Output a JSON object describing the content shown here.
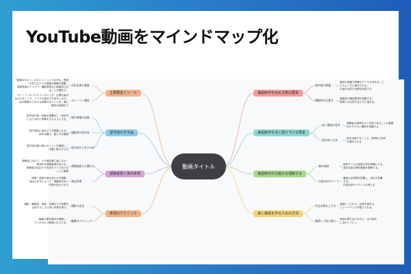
{
  "title": "YouTube動画をマインドマップ化",
  "center_label": "動画タイトル",
  "colors": {
    "bg_left": "#2f9fd0",
    "bg_right": "#1f5db8",
    "left_orange": "#f0b48a",
    "left_blue": "#8ccbe8",
    "left_purple": "#d6a4d9",
    "right_red": "#f29b9b",
    "right_teal": "#8fd6cf",
    "right_green": "#a8d98a",
    "right_yellow": "#f3d57a"
  },
  "left_branches": [
    {
      "label": "主要要素とソース",
      "color": "#f0b48a",
      "subs": [
        {
          "label": "分析全体の重要",
          "leaves": [
            "「普通の中キリ」のポイント」につながる、物語",
            "を成り立たせる基盤の理解が重要。",
            "映像音楽のアイデア、撮影照明など複数的にあ",
            "ることが要件だ。"
          ]
        },
        {
          "label": "ストーリー構成",
          "leaves": [
            "ストーリーのコンセプトをエッチ、山場を組み",
            "合わせることで、ドラマの面白さを活かします。",
            "話の展開から伝わる感情のポイントを、様に",
            "最初の結論まで"
          ]
        }
      ]
    },
    {
      "label": "型作成の方法論",
      "color": "#8ccbe8",
      "subs": [
        {
          "label": "制作準備の段階",
          "leaves": [
            "型作成の第一段階を明確化し、時系列",
            "に当てはめた準備をするようにする。"
          ]
        },
        {
          "label": "撮影時の型作成",
          "leaves": [
            "型作成時に組み立てが重要になる。",
            "制作段階で、使い方を確認"
          ]
        },
        {
          "label": "型作成から学ぶもの",
          "leaves": [
            "型作成の最小限のポイントを確認し、",
            "作業に集中させる"
          ]
        }
      ]
    },
    {
      "label": "視聴者層と演出表現",
      "color": "#d6a4d9",
      "subs": [
        {
          "label": "視聴者層との関わり",
          "leaves": [
            "視聴者に向けて、どの様な層に届くのか。",
            "具体的な視聴者像を考える。",
            "視聴者の反応から作品をつくりあげる",
            "ことも重要"
          ]
        },
        {
          "label": "演出表現",
          "leaves": [
            "映像と音楽の組み合わせが重要。",
            "演出の手法によって、視聴者が持つ",
            "印象が変わります"
          ]
        }
      ]
    },
    {
      "label": "表現のテクニック",
      "color": "#f0b48a",
      "subs": [
        {
          "label": "撮影の技法",
          "leaves": [
            "撮影、編集時、音楽、字幕などの効果を",
            "活用するとより深い印象を残す。"
          ]
        },
        {
          "label": "編集のテクニック",
          "leaves": [
            "編集の基本操作を理解し、",
            "テンポのよい動画に仕上げる。"
          ]
        }
      ]
    }
  ],
  "right_branches": [
    {
      "label": "番組制作を始める際の要素",
      "color": "#f29b9b",
      "subs": [
        {
          "label": "制作前の準備",
          "leaves": [
            "最初の段階で明確なテーマを決めること",
            "でスムーズに進められる。",
            "企画の目的や目標を設定する"
          ]
        },
        {
          "label": "撮影時の注意点",
          "leaves": [
            "撮影前の確認事項を把握する。",
            "現場での注意を怠らずに進める。"
          ]
        }
      ]
    },
    {
      "label": "番組制作を深く掘り下げる要素",
      "color": "#8fd6cf",
      "subs": [
        {
          "label": "良い番組の条件",
          "leaves": [
            "視聴者の興味を引く内容であることが重要。",
            "分かりやすい構成を意識する"
          ]
        },
        {
          "label": "型作成と方法",
          "leaves": [
            "型を活用することで、効率的に制作",
            "が進められる"
          ]
        }
      ]
    },
    {
      "label": "番組制作の仕組みを理解する",
      "color": "#a8d98a",
      "subs": [
        {
          "label": "制作体制",
          "leaves": [
            "制作チームの役割分担を明確にする。",
            "各担当者の責任範囲を理解する。"
          ]
        },
        {
          "label": "仕組みのポイント",
          "leaves": [
            "番組の全体像を把握し、流れを意識",
            "する。",
            "作品全体のバランスを考える"
          ]
        }
      ]
    },
    {
      "label": "良い番組を作るための方法",
      "color": "#f3d57a",
      "subs": [
        {
          "label": "作品の質を上げる",
          "leaves": [
            "細部にこだわり、品質を高める。",
            "フィードバックを取り入れる。"
          ]
        },
        {
          "label": "継続して取り組む",
          "leaves": [
            "毎回の振り返りを行い、次の制作",
            "に活かしていく。"
          ]
        }
      ]
    }
  ]
}
